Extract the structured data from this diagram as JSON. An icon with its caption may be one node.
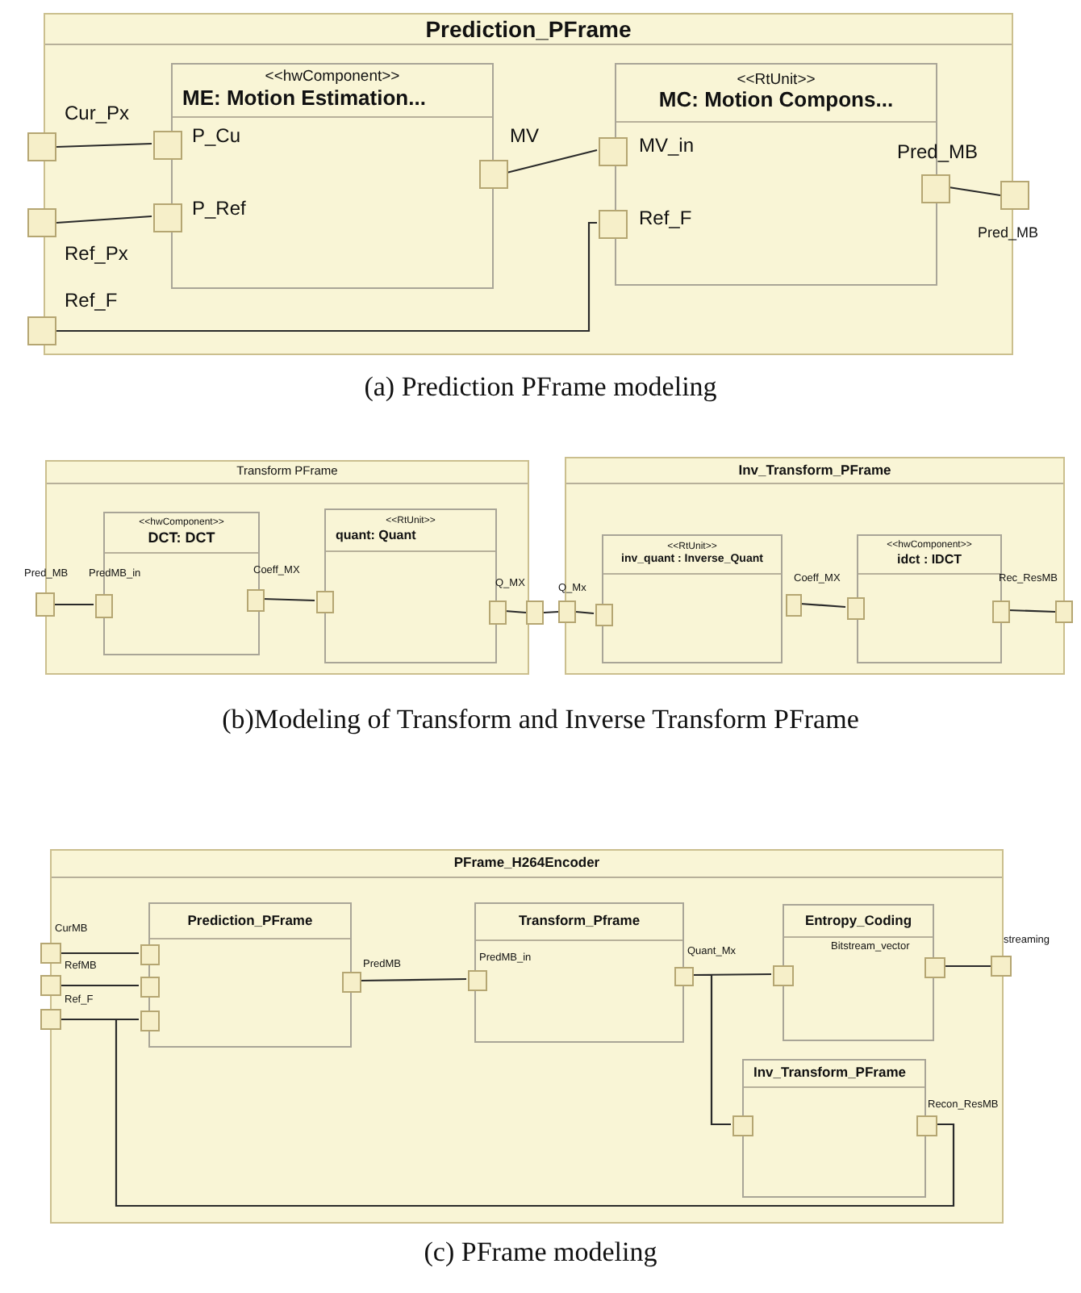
{
  "diagram": {
    "nodes": [
      {
        "text": [
          "Prediction_PFrame"
        ]
      },
      {
        "text": [
          "<<hwComponent>>",
          "ME: Motion Estimation..."
        ],
        "in": 0
      },
      {
        "text": [
          "<<RtUnit>>",
          "MC: Motion Compons..."
        ],
        "in": 0
      },
      {
        "text": [],
        "shape": "box",
        "beside": [
          "Cur_Px"
        ]
      },
      {
        "text": [],
        "shape": "box",
        "beside": [
          "Ref_Px"
        ]
      },
      {
        "text": [],
        "shape": "box",
        "beside": [
          "Ref_F"
        ]
      },
      {
        "text": [],
        "shape": "box",
        "in": 0
      },
      {
        "text": [],
        "shape": "box",
        "in": 0
      },
      {
        "text": [],
        "shape": "box",
        "beside": [
          "MV"
        ],
        "in": 0
      },
      {
        "text": [],
        "shape": "box",
        "in": 0
      },
      {
        "text": [],
        "shape": "box",
        "in": 0
      },
      {
        "text": [],
        "shape": "box",
        "in": 0
      },
      {
        "text": [],
        "shape": "box",
        "beside": [
          "Pred_MB"
        ]
      },
      {
        "text": [
          "Transform PFrame"
        ]
      },
      {
        "text": [
          "<<hwComponent>>",
          "DCT: DCT"
        ],
        "in": 13
      },
      {
        "text": [
          "<<RtUnit>>",
          "quant: Quant"
        ],
        "in": 13
      },
      {
        "text": [
          "Inv_Transform_PFrame"
        ]
      },
      {
        "text": [
          "<<RtUnit>>",
          "inv_quant : Inverse_Quant"
        ],
        "in": 16
      },
      {
        "text": [
          "<<hwComponent>>",
          "idct : IDCT"
        ],
        "in": 16
      },
      {
        "text": [],
        "shape": "box",
        "beside": [
          "Pred_MB"
        ]
      },
      {
        "text": [],
        "shape": "box",
        "in": 13
      },
      {
        "text": [],
        "shape": "box",
        "in": 13
      },
      {
        "text": [],
        "shape": "box",
        "in": 13
      },
      {
        "text": [],
        "shape": "box",
        "in": 13
      },
      {
        "text": [],
        "shape": "box"
      },
      {
        "text": [],
        "shape": "box",
        "beside": [
          "Q_Mx"
        ]
      },
      {
        "text": [],
        "shape": "box",
        "in": 16
      },
      {
        "text": [],
        "shape": "box",
        "beside": [
          "Coeff_MX"
        ],
        "in": 16
      },
      {
        "text": [],
        "shape": "box",
        "in": 16
      },
      {
        "text": [],
        "shape": "box",
        "in": 16
      },
      {
        "text": [],
        "shape": "box"
      },
      {
        "text": [
          "PFrame_H264Encoder"
        ]
      },
      {
        "text": [
          "Prediction_PFrame"
        ],
        "in": 31
      },
      {
        "text": [
          "Transform_Pframe"
        ],
        "in": 31
      },
      {
        "text": [
          "Entropy_Coding"
        ],
        "in": 31
      },
      {
        "text": [
          "Inv_Transform_PFrame"
        ],
        "in": 31
      },
      {
        "text": [],
        "shape": "box",
        "beside": [
          "CurMB"
        ]
      },
      {
        "text": [],
        "shape": "box",
        "beside": [
          "RefMB"
        ]
      },
      {
        "text": [],
        "shape": "box",
        "beside": [
          "Ref_F"
        ]
      },
      {
        "text": [],
        "shape": "box",
        "in": 31
      },
      {
        "text": [],
        "shape": "box",
        "in": 31
      },
      {
        "text": [],
        "shape": "box",
        "in": 31
      },
      {
        "text": [],
        "shape": "box",
        "beside": [
          "PredMB"
        ],
        "in": 31
      },
      {
        "text": [],
        "shape": "box",
        "in": 31
      },
      {
        "text": [],
        "shape": "box",
        "in": 31
      },
      {
        "text": [],
        "shape": "box",
        "in": 31
      },
      {
        "text": [],
        "shape": "box",
        "in": 31
      },
      {
        "text": [],
        "shape": "box",
        "beside": [
          "streaming"
        ]
      },
      {
        "text": [],
        "shape": "box",
        "in": 31
      },
      {
        "text": [],
        "shape": "box",
        "beside": [
          "Recon_ResMB"
        ],
        "in": 31
      }
    ],
    "edges": [
      {
        "from": 3,
        "to": 6,
        "arrow": "none"
      },
      {
        "from": 4,
        "to": 7,
        "arrow": "none"
      },
      {
        "from": 8,
        "to": 9,
        "arrow": "none"
      },
      {
        "from": 5,
        "to": 10,
        "arrow": "none"
      },
      {
        "from": 11,
        "to": 12,
        "arrow": "none"
      },
      {
        "from": 19,
        "to": 20,
        "arrow": "none"
      },
      {
        "from": 21,
        "to": 22,
        "arrow": "none"
      },
      {
        "from": 23,
        "to": 24,
        "arrow": "none"
      },
      {
        "from": 24,
        "to": 25,
        "arrow": "none"
      },
      {
        "from": 25,
        "to": 26,
        "arrow": "none"
      },
      {
        "from": 27,
        "to": 28,
        "arrow": "none"
      },
      {
        "from": 29,
        "to": 30,
        "arrow": "none"
      },
      {
        "from": 36,
        "to": 39,
        "arrow": "none"
      },
      {
        "from": 37,
        "to": 40,
        "arrow": "none"
      },
      {
        "from": 38,
        "to": 41,
        "arrow": "none"
      },
      {
        "from": 42,
        "to": 43,
        "arrow": "none"
      },
      {
        "from": 44,
        "to": 45,
        "arrow": "none"
      },
      {
        "from": 44,
        "to": 48,
        "arrow": "none"
      },
      {
        "from": 46,
        "to": 47,
        "arrow": "none"
      },
      {
        "from": 49,
        "to": 41,
        "arrow": "none"
      }
    ],
    "labels": [
      "P_Cu",
      "P_Ref",
      "MV_in",
      "Ref_F",
      "Pred_MB",
      "(a) Prediction PFrame modeling",
      "PredMB_in",
      "Coeff_MX",
      "Q_MX",
      "Rec_ResMB",
      "(b)Modeling of Transform and Inverse Transform PFrame",
      "PredMB_in",
      "Quant_Mx",
      "Bitstream_vector",
      "(c) PFrame modeling"
    ]
  }
}
